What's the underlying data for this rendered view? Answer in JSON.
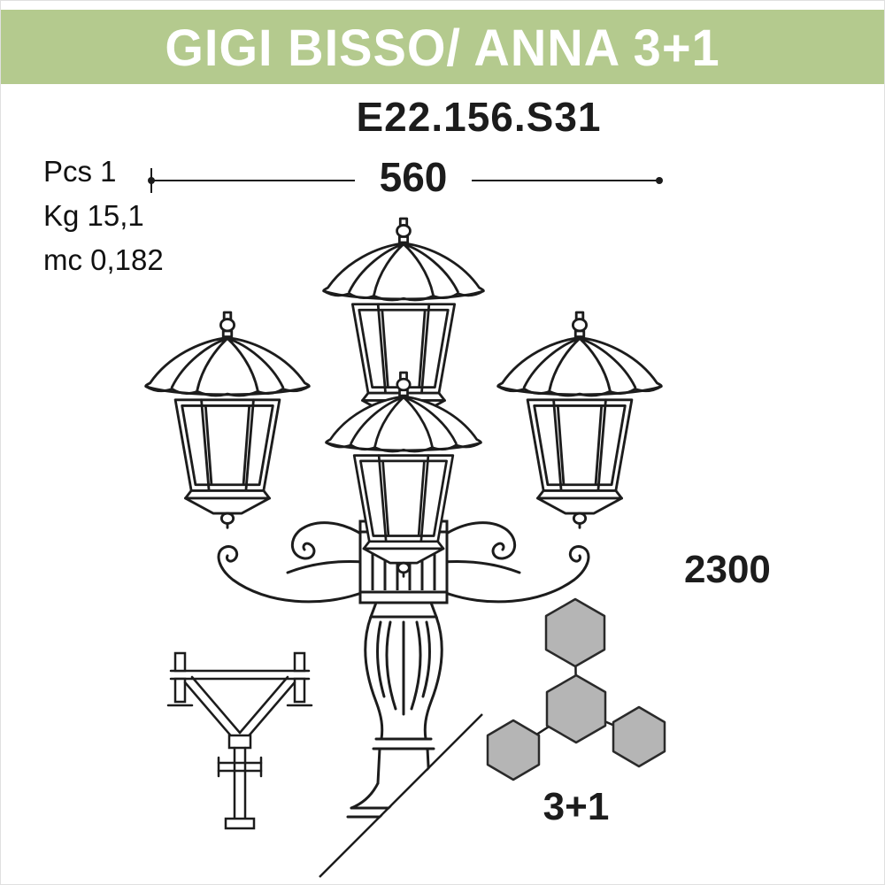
{
  "header": {
    "title": "GIGI BISSO/ ANNA 3+1",
    "bg_color": "#b4ca8e"
  },
  "product": {
    "model_code": "E22.156.S31"
  },
  "specs": {
    "pcs": "Pcs 1",
    "weight": "Kg 15,1",
    "volume": "mc 0,182"
  },
  "dimensions": {
    "width": "560",
    "height": "2300"
  },
  "configuration": {
    "label": "3+1"
  },
  "icons": {
    "lamp_post_drawing": "four-lantern-street-lamp-line-drawing",
    "anchor_base_drawing": "ground-anchor-bracket-line-drawing",
    "configuration_diagram": "hexagon-cluster-3-plus-1"
  },
  "colors": {
    "line": "#1c1c1c",
    "hexagon_fill": "#b5b5b5",
    "header_bg": "#b4ca8e"
  }
}
